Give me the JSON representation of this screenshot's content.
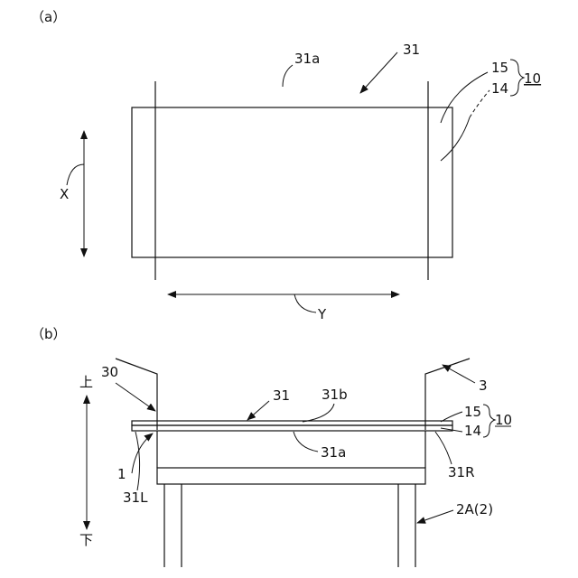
{
  "labels": {
    "panel_a": "（a）",
    "panel_b": "（b）",
    "a_31a": "31a",
    "a_31": "31",
    "a_15": "15",
    "a_14": "14",
    "a_10": "10",
    "a_X": "X",
    "a_Y": "Y",
    "b_up": "上",
    "b_down": "下",
    "b_30": "30",
    "b_31": "31",
    "b_31b": "31b",
    "b_3": "3",
    "b_15": "15",
    "b_14": "14",
    "b_10": "10",
    "b_31a": "31a",
    "b_1": "1",
    "b_31L": "31L",
    "b_31R": "31R",
    "b_2A2": "2A(2)"
  }
}
